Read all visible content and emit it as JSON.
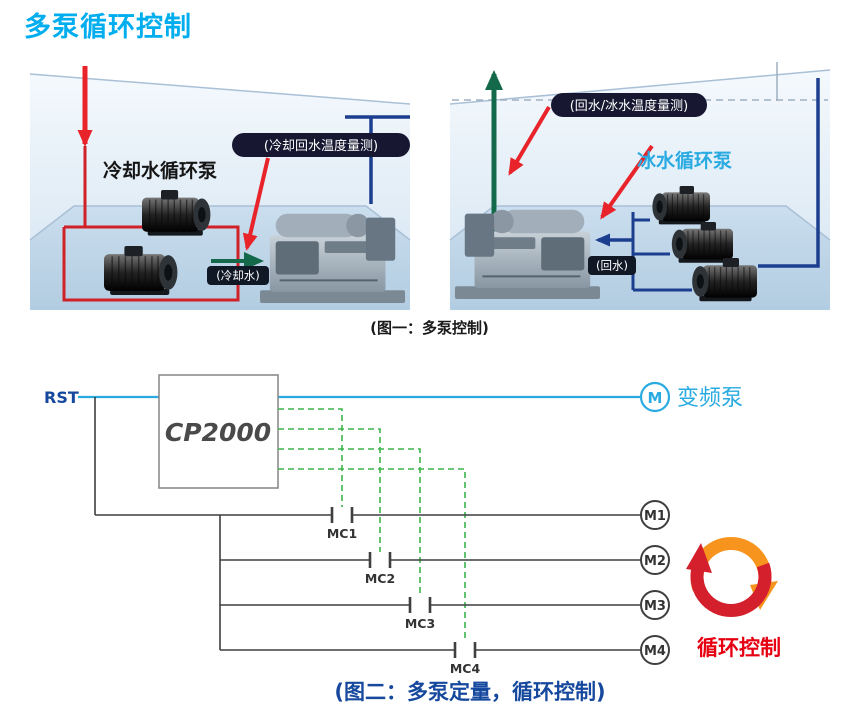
{
  "title": "多泵循环控制",
  "colors": {
    "accent_cyan": "#00aeef",
    "navy": "#16499e",
    "pipe_navy": "#1c3e8f",
    "red": "#e8232a",
    "green_signal": "#14694a",
    "green_dashed": "#3bb54a",
    "cycle_orange": "#f7941d",
    "cycle_red": "#d41f2c",
    "cycle_text_red": "#e60012"
  },
  "figure1": {
    "caption": "(图一：多泵控制)",
    "left": {
      "pump_label": "冷却水循环泵",
      "sensor_label": "(冷却回水温度量测)",
      "pipe_label": "(冷却水)"
    },
    "right": {
      "pump_label": "冰水循环泵",
      "sensor_label": "(回水/冰水温度量测)",
      "pipe_label": "(回水)"
    }
  },
  "figure2": {
    "caption": "(图二：多泵定量，循环控制)",
    "input_label": "RST",
    "drive_label": "CP2000",
    "vfd_pump": {
      "symbol": "M",
      "label": "变频泵"
    },
    "branches": [
      {
        "contactor": "MC1",
        "motor": "M1"
      },
      {
        "contactor": "MC2",
        "motor": "M2"
      },
      {
        "contactor": "MC3",
        "motor": "M3"
      },
      {
        "contactor": "MC4",
        "motor": "M4"
      }
    ],
    "cycle_label": "循环控制"
  }
}
